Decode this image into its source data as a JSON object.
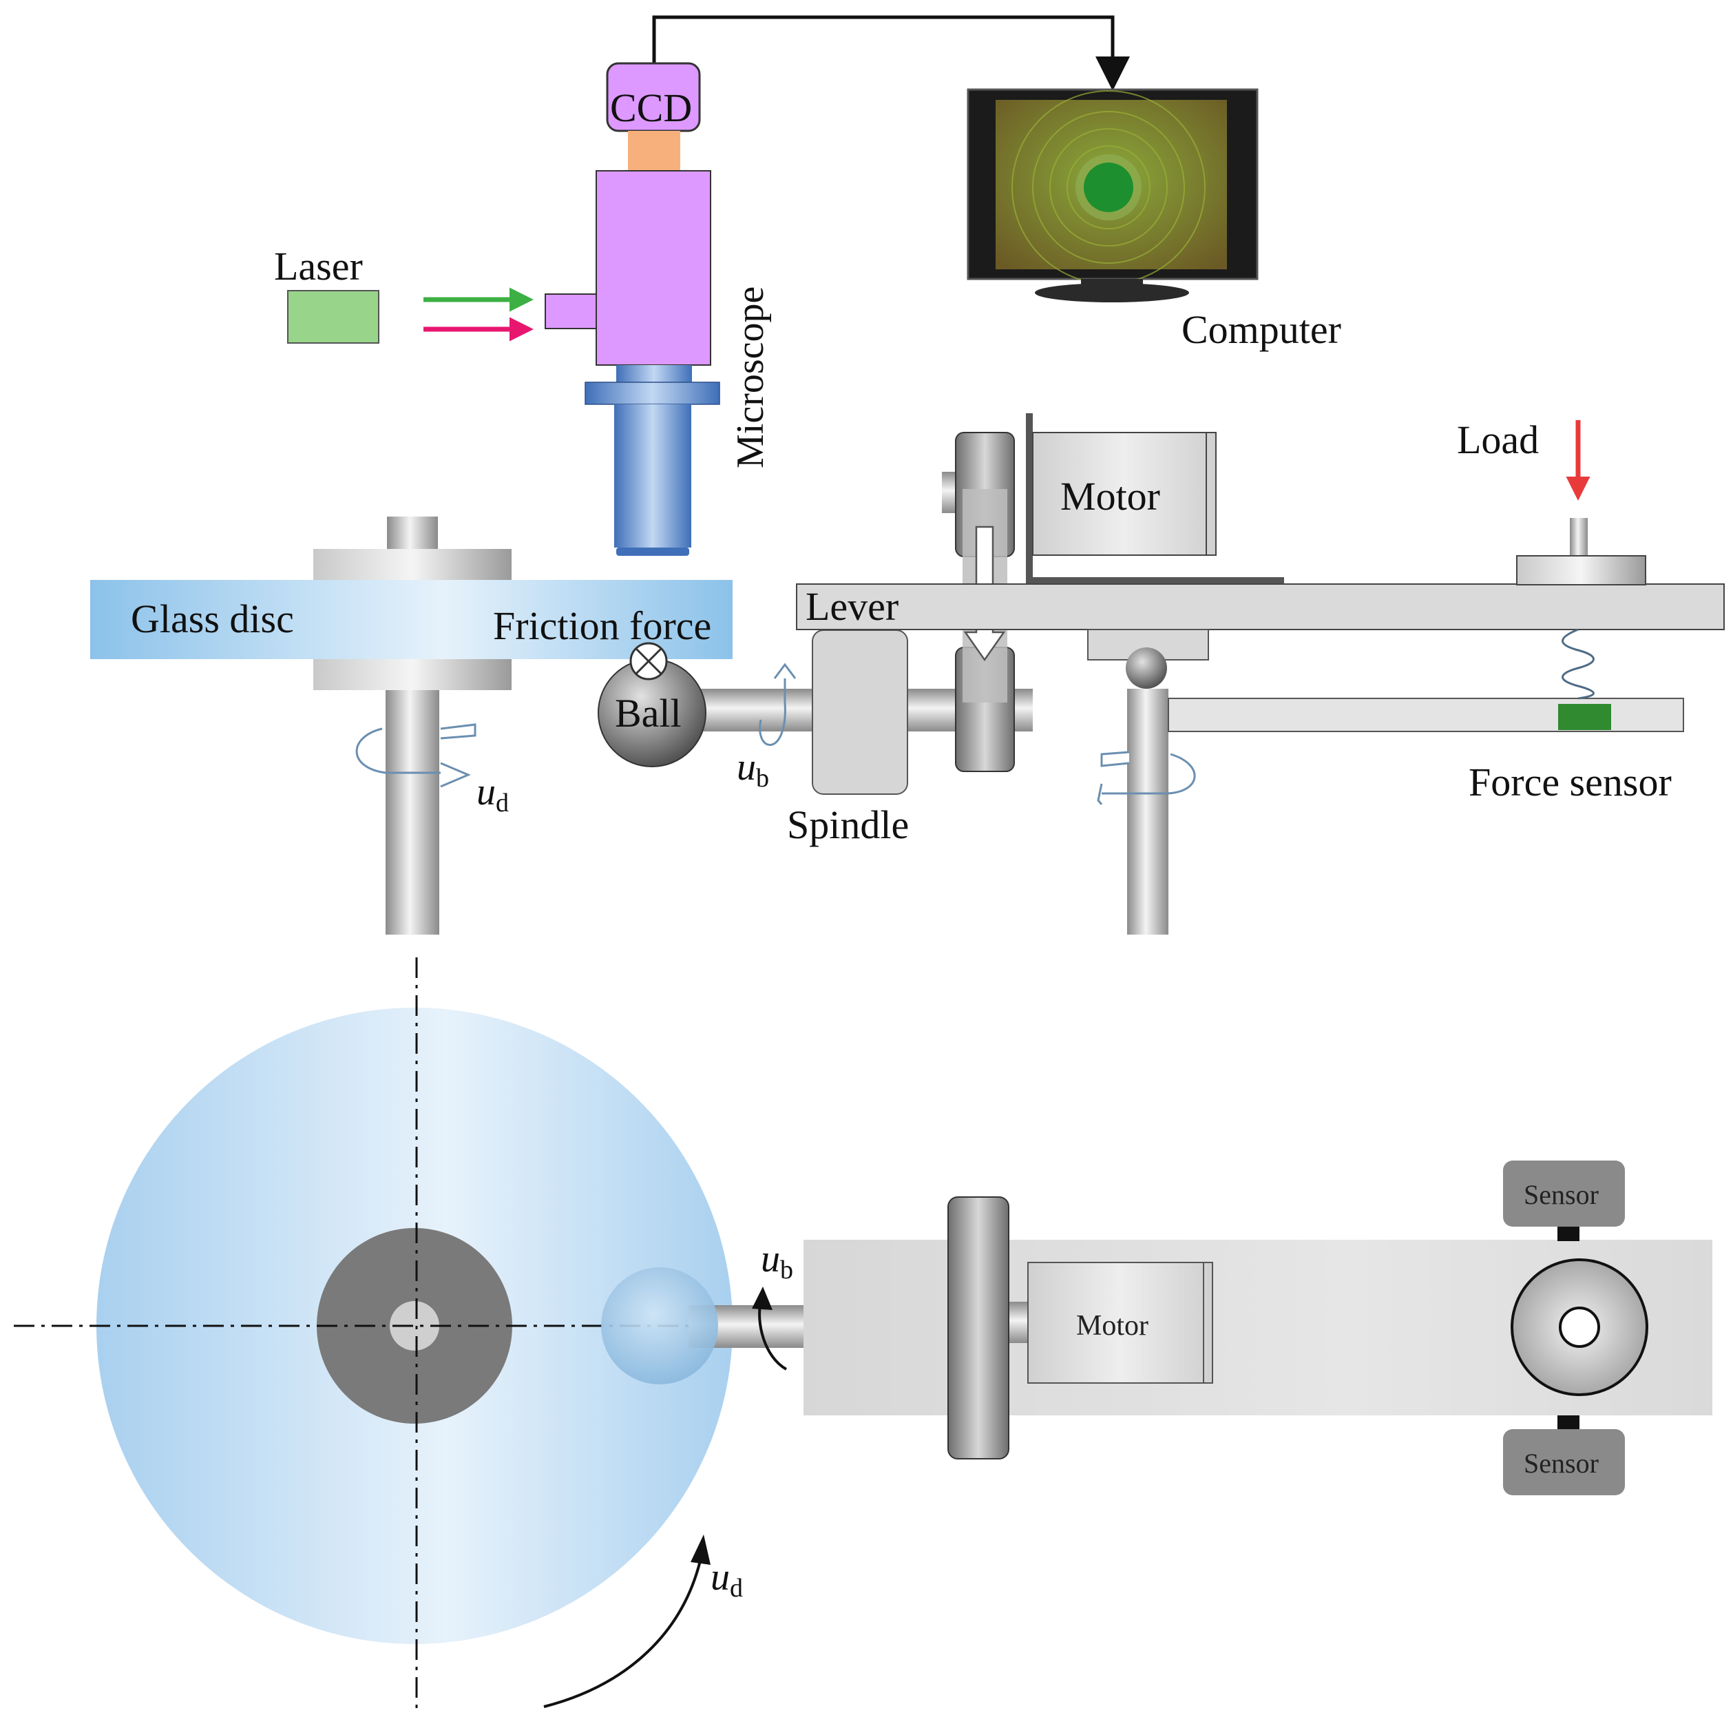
{
  "labels": {
    "ccd": "CCD",
    "laser": "Laser",
    "microscope": "Microscope",
    "computer": "Computer",
    "motor_top": "Motor",
    "load": "Load",
    "glass_disc": "Glass disc",
    "friction_force": "Friction force",
    "lever": "Lever",
    "ball": "Ball",
    "spindle": "Spindle",
    "force_sensor": "Force sensor",
    "u_symbol": "u",
    "sub_d": "d",
    "sub_b": "b",
    "motor_bottom": "Motor",
    "sensor_top": "Sensor",
    "sensor_bottom": "Sensor"
  },
  "colors": {
    "laser_box": "#98d58a",
    "laser_green_arrow": "#3cb043",
    "laser_pink_arrow": "#e8166f",
    "microscope_body": "#dd99ff",
    "ccd_adapter": "#f7b07c",
    "objective": "#5b8fd6",
    "glass": "#a8d0ef",
    "metal": "#c8c8c8",
    "load_arrow": "#e83a3a",
    "force_sensor_chip": "#2f8a30",
    "hub_dark": "#7a7a7a"
  }
}
